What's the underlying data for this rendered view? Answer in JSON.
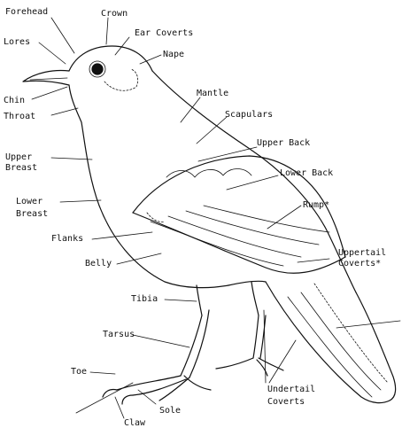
{
  "labels": {
    "forehead": "Forehead",
    "crown": "Crown",
    "ear_coverts": "Ear Coverts",
    "lores": "Lores",
    "nape": "Nape",
    "chin": "Chin",
    "throat": "Throat",
    "mantle": "Mantle",
    "scapulars": "Scapulars",
    "upper_back": "Upper Back",
    "upper_breast_1": "Upper",
    "upper_breast_2": "Breast",
    "lower_back": "Lower Back",
    "lower_breast_1": "Lower",
    "lower_breast_2": "Breast",
    "rump": "Rump*",
    "flanks": "Flanks",
    "belly": "Belly",
    "uppertail_1": "Uppertail",
    "uppertail_2": "Coverts*",
    "tibia": "Tibia",
    "tarsus": "Tarsus",
    "toe": "Toe",
    "undertail_1": "Undertail",
    "undertail_2": "Coverts",
    "sole": "Sole",
    "claw": "Claw"
  }
}
